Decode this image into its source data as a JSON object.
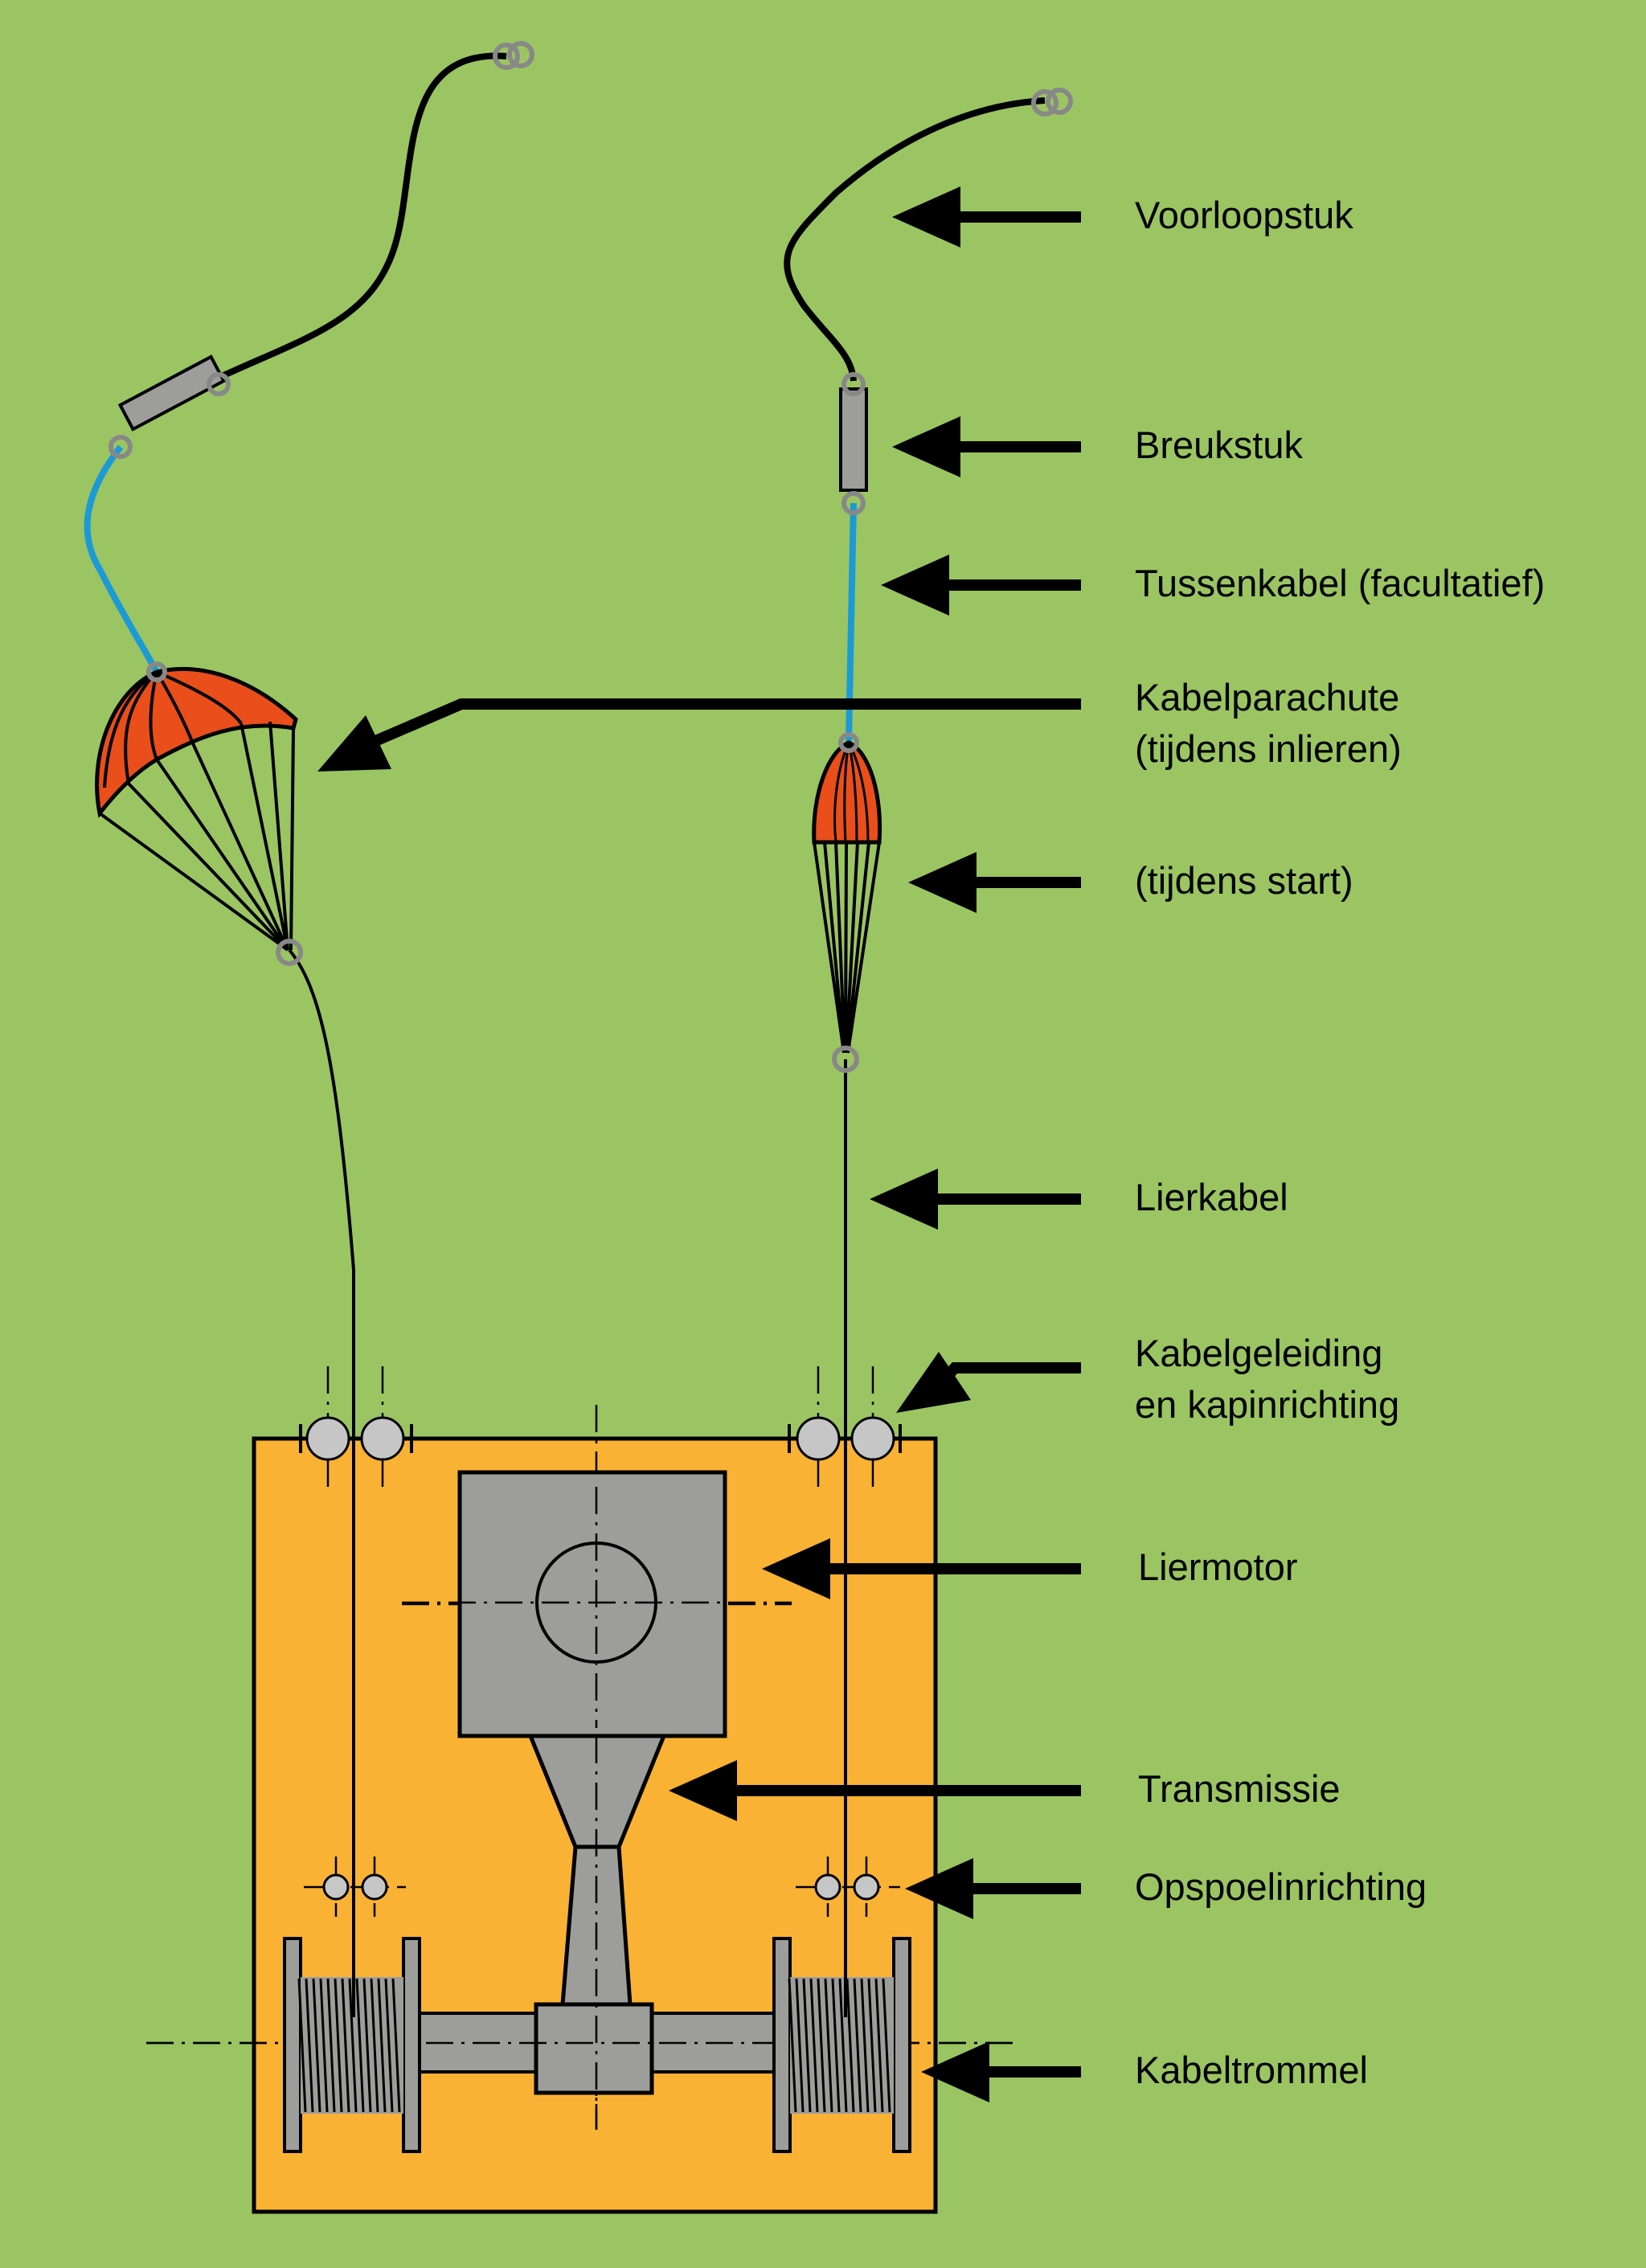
{
  "labels": {
    "voorloopstuk": "Voorloopstuk",
    "breukstuk": "Breukstuk",
    "tussenkabel": "Tussenkabel (facultatief)",
    "kabelparachute_1": "Kabelparachute",
    "kabelparachute_2": "(tijdens inlieren)",
    "tijdens_start": "(tijdens start)",
    "lierkabel": "Lierkabel",
    "kabelgeleiding_1": "Kabelgeleiding",
    "kabelgeleiding_2": "en kapinrichting",
    "liermotor": "Liermotor",
    "transmissie": "Transmissie",
    "opspoelinrichting": "Opspoelinrichting",
    "kabeltrommel": "Kabeltrommel"
  },
  "colors": {
    "background": "#9bc562",
    "housing": "#f9b233",
    "parachute": "#e94e1b",
    "blue_cable": "#1c9ad6",
    "machine_gray": "#9d9d9c",
    "pulley_gray": "#c6c6c6"
  }
}
